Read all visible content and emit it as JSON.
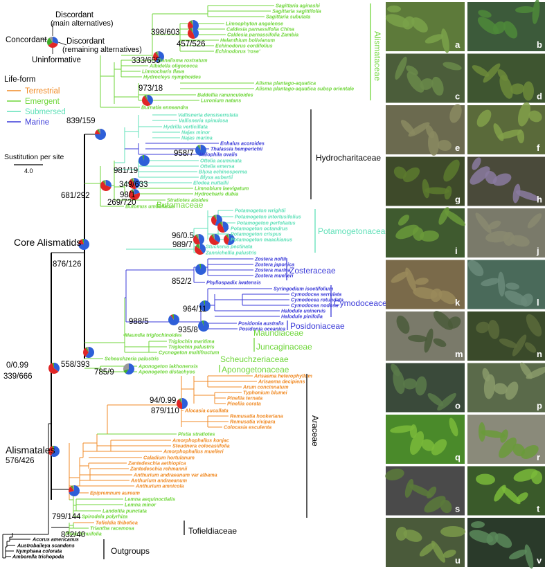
{
  "colors": {
    "terrestrial": "#f08a24",
    "emergent": "#6fd63a",
    "submersed": "#5fe0b8",
    "marine": "#3a3ad8",
    "black": "#000000",
    "pie_red": "#e02626",
    "pie_blue": "#2e5fd8",
    "pie_green": "#3fae2a",
    "pie_gray": "#9a9a9a"
  },
  "legend": {
    "pie_labels": {
      "discordant_main": "Discordant\n(main alternatives)",
      "concordant": "Concordant",
      "discordant_remaining": "Discordant\n(remaining alternatives)",
      "uninformative": "Uninformative"
    },
    "life_form_title": "Life-form",
    "life_forms": [
      "Terrestrial",
      "Emergent",
      "Submersed",
      "Marine"
    ],
    "scale_label": "Sustitution per site",
    "scale_value": "4.0"
  },
  "clade_labels": {
    "core_alismatids": "Core Alismatids",
    "alismatales": "Alismatales"
  },
  "node_labels": [
    "398/603",
    "457/526",
    "333/655",
    "973/18",
    "839/159",
    "981/19",
    "958/7",
    "349/633",
    "98/1",
    "269/720",
    "681/292",
    "96/0.5",
    "989/7",
    "876/126",
    "852/2",
    "964/11",
    "935/8",
    "988/5",
    "0/0.99",
    "339/666",
    "558/393",
    "785/9",
    "94/0.99",
    "879/110",
    "576/426",
    "799/144",
    "832/40"
  ],
  "families": {
    "alismataceae": "Alismataceae",
    "hydrocharitaceae": "Hydrocharitaceae",
    "butomaceae": "Butomaceae",
    "potamogetonaceae": "Potamogetonaceae",
    "zosteraceae": "Zosteraceae",
    "cymodoceaceae": "Cymodoceaceae",
    "posidoniaceae": "Posidoniaceae",
    "maundiaceae": "Maundiaceae",
    "juncaginaceae": "Juncaginaceae",
    "scheuchzeriaceae": "Scheuchzeriaceae",
    "aponogetonaceae": "Aponogetonaceae",
    "araceae": "Araceae",
    "tofieldiaceae": "Tofieldiaceae",
    "outgroups": "Outgroups"
  },
  "taxa": [
    "Sagittaria aginashi",
    "Sagittaria sagittifolia",
    "Sagittaria subulata",
    "Limnophyton angolense",
    "Caldesia parnassifolia China",
    "Caldesia parnassifolia Zambia",
    "Helanthium bolivianum",
    "Echinodorus cordifolius",
    "Echinodorus 'rose'",
    "Ranalisma rostratum",
    "Albidella oligococca",
    "Limnocharis flava",
    "Hydrocleys nymphoides",
    "Alisma plantago-aquatica",
    "Alisma plantago-aquatica subsp orientale",
    "Baldellia ranunculoides",
    "Luronium natans",
    "Burnatia enneandra",
    "Vallisneria densiserrulata",
    "Vallisneria spinulosa",
    "Hydrilla verticillata",
    "Najas minor",
    "Najas marina",
    "Enhalus acoroides",
    "Thalassia hemperichii",
    "Halophila ovalis",
    "Ottelia acuminata",
    "Ottelia emersa",
    "Blyxa echinosperma",
    "Blyxa aubertii",
    "Elodea nuttallii",
    "Limnobium laevigatum",
    "Hydrocharis dubia",
    "Stratiotes aloides",
    "Butomus umbellatus",
    "Potamogeton wrightii",
    "Potamogeton intortusifolius",
    "Potamogeton perfoliatus",
    "Potamogeton octandrus",
    "Potamogeton crispus",
    "Potamogeton maackianus",
    "Stuckenia pectinata",
    "Zannichellia palustris",
    "Zostera noltii",
    "Zostera japonica",
    "Zostera marina",
    "Zostera muelleri",
    "Phyllospadix iwatensis",
    "Syringodium isoetifolium",
    "Cymodocea serrulata",
    "Cymodocea rotundata",
    "Cymodocea nodosa",
    "Halodule uninervis",
    "Halodule pinifolia",
    "Posidonia australis",
    "Posidonia oceanica",
    "Maundia triglochinoides",
    "Triglochin maritima",
    "Triglochin palustris",
    "Cycnogeton multifructum",
    "Scheuchzeria palustris",
    "Aponogeton lakhonensis",
    "Aponogeton distachyos",
    "Arisaema heterophyllum",
    "Arisaema decipiens",
    "Arum concinnatum",
    "Typhonium blumei",
    "Pinellia ternata",
    "Pinellia corata",
    "Alocasia cucullata",
    "Remusatia hookeriana",
    "Remusatia vivipara",
    "Colocasia esculenta",
    "Pistia stratiotes",
    "Amorphophallus konjac",
    "Steudnera colocasiifolia",
    "Amorphophallus muelleri",
    "Caladium hortulanum",
    "Zantedeschia aethiopica",
    "Zantedeschia rehmannii",
    "Anthurium andraeanum var albama",
    "Anthurium andraeanum",
    "Anthurium amnicola",
    "Epipremnum aureum",
    "Lemna aequinoctialis",
    "Lemna minor",
    "Landoltia punctata",
    "Spirodela polyrhiza",
    "Tofieldia thibetica",
    "Triantha racemosa",
    "Pleea tenuifolia",
    "Acorus americanus",
    "Austrobaileya scandens",
    "Nymphaea colorata",
    "Amborella trichopoda"
  ],
  "photo_labels": [
    "a",
    "b",
    "c",
    "d",
    "e",
    "f",
    "g",
    "h",
    "i",
    "j",
    "k",
    "l",
    "m",
    "n",
    "o",
    "p",
    "q",
    "r",
    "s",
    "t",
    "u",
    "v"
  ]
}
